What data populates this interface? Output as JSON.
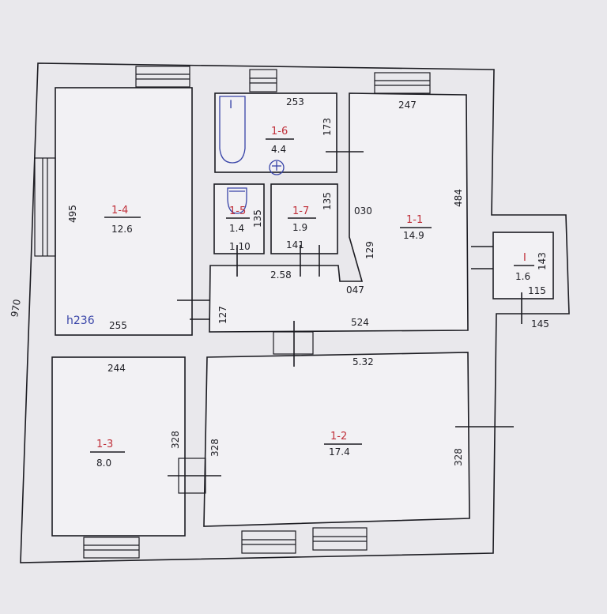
{
  "rooms": {
    "r14": {
      "id": "1-4",
      "area": "12.6"
    },
    "r16": {
      "id": "1-6",
      "area": "4.4"
    },
    "r15": {
      "id": "1-5",
      "area": "1.4"
    },
    "r17": {
      "id": "1-7",
      "area": "1.9"
    },
    "r11": {
      "id": "1-1",
      "area": "14.9"
    },
    "rI": {
      "id": "I",
      "area": "1.6"
    },
    "r13": {
      "id": "1-3",
      "area": "8.0"
    },
    "r12": {
      "id": "1-2",
      "area": "17.4"
    }
  },
  "dims": {
    "d970": "970",
    "d495": "495",
    "d255": "255",
    "d253": "253",
    "d173": "173",
    "d247": "247",
    "d484": "484",
    "d135a": "135",
    "d135b": "135",
    "d110": "1.10",
    "d141": "141",
    "d030": "030",
    "d129": "129",
    "d258": "2.58",
    "d047": "047",
    "d127": "127",
    "d524": "524",
    "d143": "143",
    "d115": "115",
    "d145": "145",
    "d244": "244",
    "d532": "5.32",
    "d328a": "328",
    "d328b": "328",
    "d328c": "328"
  },
  "notes": {
    "n1": "h236"
  },
  "bath_label": "I",
  "ink_colors": {
    "red": "#c0303a",
    "blue": "#3844a8",
    "line": "#1c1c22"
  }
}
